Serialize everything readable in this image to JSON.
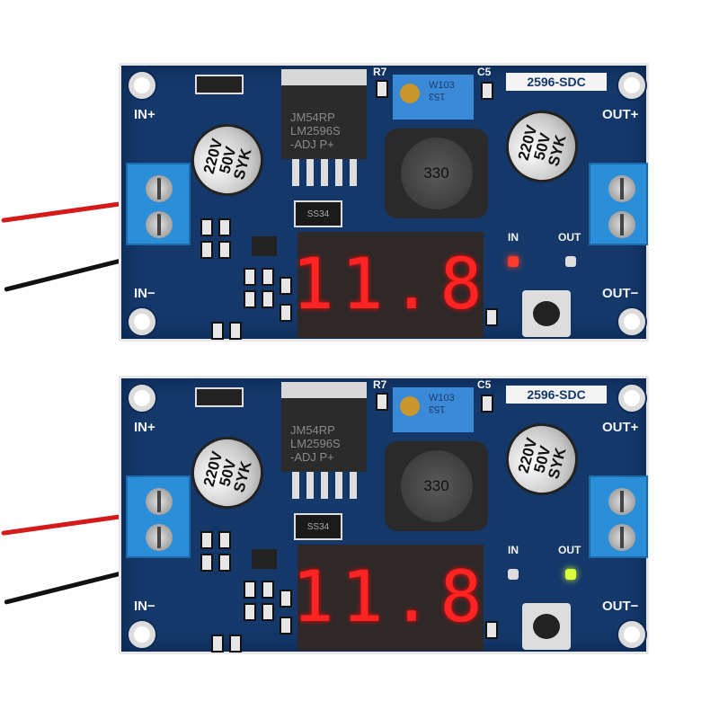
{
  "boards": [
    {
      "in_plus": "IN+",
      "in_minus": "IN−",
      "out_plus": "OUT+",
      "out_minus": "OUT−",
      "model_label": "2596-SDC",
      "cap_text": [
        "220V",
        "50V",
        "SYK"
      ],
      "chip_text": [
        "JM54RP",
        "LM2596S",
        "-ADJ P+"
      ],
      "pot_text": [
        "W103",
        "153"
      ],
      "r7": "R7",
      "c5": "C5",
      "inductor": "330",
      "diode": "SS34",
      "display": "11.8",
      "led_in": "IN",
      "led_out": "OUT",
      "lit_led": "in",
      "lit_color": "#ff3b2a"
    },
    {
      "in_plus": "IN+",
      "in_minus": "IN−",
      "out_plus": "OUT+",
      "out_minus": "OUT−",
      "model_label": "2596-SDC",
      "cap_text": [
        "220V",
        "50V",
        "SYK"
      ],
      "chip_text": [
        "JM54RP",
        "LM2596S",
        "-ADJ P+"
      ],
      "pot_text": [
        "W103",
        "153"
      ],
      "r7": "R7",
      "c5": "C5",
      "inductor": "330",
      "diode": "SS34",
      "display": "11.8",
      "led_in": "IN",
      "led_out": "OUT",
      "lit_led": "out",
      "lit_color": "#d8ff3a"
    }
  ]
}
